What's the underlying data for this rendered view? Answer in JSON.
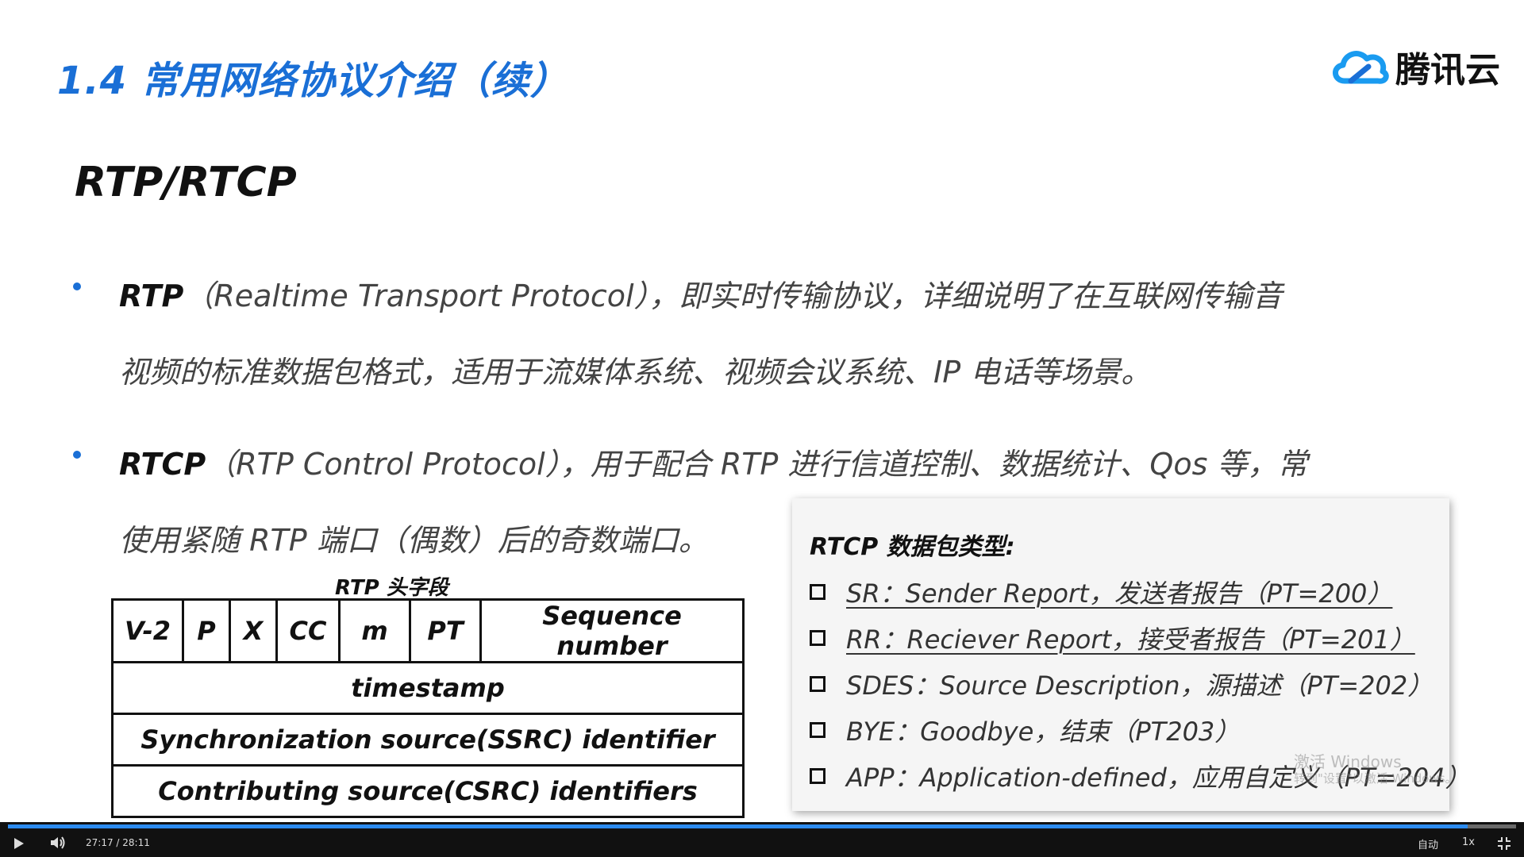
{
  "slide": {
    "title": "1.4 常用网络协议介绍（续）",
    "logo_text": "腾讯云",
    "heading": "RTP/RTCP",
    "bullets": [
      {
        "term": "RTP",
        "line1_rest": "（Realtime Transport Protocol），即实时传输协议，详细说明了在互联网传输音",
        "line2": "视频的标准数据包格式，适用于流媒体系统、视频会议系统、IP 电话等场景。"
      },
      {
        "term": "RTCP",
        "line1_rest": "（RTP Control Protocol），用于配合 RTP 进行信道控制、数据统计、Qos 等，常",
        "line2": "使用紧随 RTP 端口（偶数）后的奇数端口。"
      }
    ],
    "rtp_table": {
      "caption": "RTP 头字段",
      "row1": [
        "V-2",
        "P",
        "X",
        "CC",
        "m",
        "PT",
        "Sequence number"
      ],
      "row2": "timestamp",
      "row3": "Synchronization source(SSRC) identifier",
      "row4": "Contributing source(CSRC) identifiers"
    },
    "rtcp_card": {
      "title": "RTCP 数据包类型:",
      "items": [
        "SR：Sender Report，发送者报告（PT=200）",
        "RR：Reciever Report，接受者报告（PT=201）",
        "SDES：Source Description，源描述（PT=202）",
        "BYE：Goodbye，结束（PT203）",
        "APP：Application-defined，应用自定义（PT=204）"
      ]
    },
    "watermark": "激活 Windows",
    "watermark_sub": "转到\"设置\"以激活 Windows。"
  },
  "player": {
    "time": "27:17 / 28:11",
    "progress": 0.968,
    "auto_label": "自动",
    "speed_label": "1x"
  }
}
